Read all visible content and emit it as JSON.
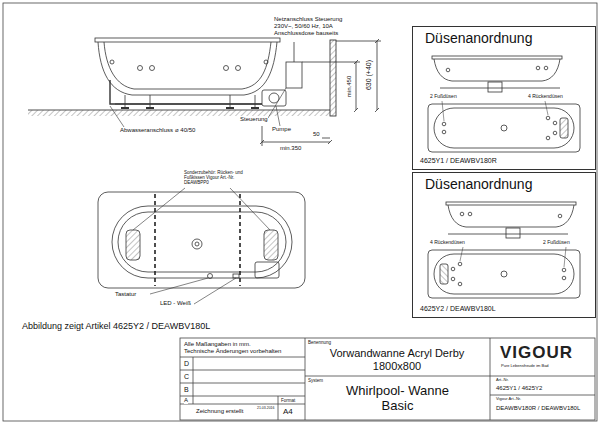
{
  "diagram": {
    "nodes": [
      {
        "text": [
          "Düsenanordnung"
        ]
      },
      {
        "text": [
          "Düsenanordnung"
        ]
      }
    ],
    "labels": [
      "Netzanschluss Steuerung",
      "230V~, 50/60 Hz, 10A",
      "Anschlussdose bauseits",
      "630 (+40)",
      "min.450",
      "Pumpe",
      "Steuerung",
      "Abwasseranschluss ⌀ 40/50",
      "min.350",
      "50",
      "Sonderzubehör: Rücken- und Fußkissen Vigour Art.-Nr. DEAWBPP0",
      "Tastatur",
      "LED - Weiß",
      "Abbildung zeigt Artikel 4625Y2 / DEAWBV180L",
      "2 Fußdüsen",
      "4 Rückendüsen",
      "4625Y1 / DEAWBV180R",
      "4 Rückendüsen",
      "2 Fußdüsen",
      "4625Y2 / DEAWBV180L",
      "Alle Maßangaben in mm.",
      "Technische Änderungen vorbehalten",
      "D",
      "C",
      "B",
      "A",
      "Zeichnung erstellt",
      "21.03.2016",
      "Format",
      "A4",
      "Benennung",
      "Vorwandwanne Acryl Derby 1800x800",
      "System",
      "Whirlpool- Wanne Basic",
      "VIGOUR",
      "Pure Lebensfreude im Bad",
      "Art.-Nr.",
      "4625Y1 / 4625Y2",
      "Vigour Art.-Nr.",
      "DEAWBV180R / DEAWBV180L"
    ]
  }
}
